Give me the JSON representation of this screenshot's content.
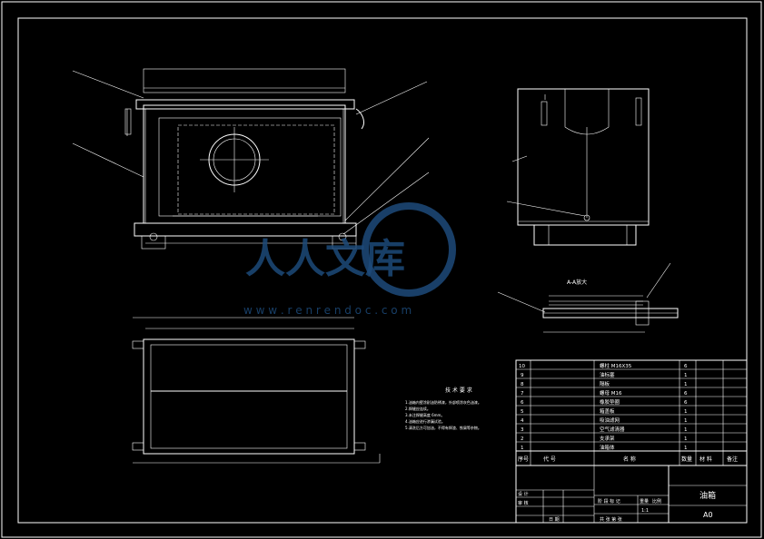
{
  "title_block": {
    "part_name": "油箱",
    "scale": "A0",
    "drawn_label": "设 计",
    "check_label": "审 核",
    "date_label": "日 期",
    "weight_label": "重量",
    "scale_label": "比例",
    "sheet_label": "共 张 第 张",
    "stage_label": "阶 段 标 记",
    "sheet_value": "1:1"
  },
  "bom": {
    "headers": [
      "序号",
      "代 号",
      "名 称",
      "数量",
      "材 料",
      "备注"
    ],
    "rows": [
      {
        "no": "10",
        "name": "螺柱 M16X35",
        "qty": "6"
      },
      {
        "no": "9",
        "name": "油标塞",
        "qty": "1"
      },
      {
        "no": "8",
        "name": "隔板",
        "qty": "1"
      },
      {
        "no": "7",
        "name": "螺母 M16",
        "qty": "6"
      },
      {
        "no": "6",
        "name": "橡胶垫圈",
        "qty": "6"
      },
      {
        "no": "5",
        "name": "箱盖板",
        "qty": "1"
      },
      {
        "no": "4",
        "name": "吸油滤网",
        "qty": "1"
      },
      {
        "no": "3",
        "name": "空气滤清器",
        "qty": "1"
      },
      {
        "no": "2",
        "name": "支承架",
        "qty": "1"
      },
      {
        "no": "1",
        "name": "油箱体",
        "qty": "1"
      }
    ]
  },
  "notes": {
    "heading": "技 术 要 求",
    "lines": [
      "1.油箱内壁涂耐油防锈漆，外部喷涂灰色油漆。",
      "2.焊缝应连续。",
      "3.未注焊缝高度 6mm。",
      "4.油箱应进行渗漏试验。",
      "5.清洗后方可加油，不得有焊渣、铁屑等杂物。"
    ]
  },
  "detail_label": "A-A放大",
  "watermark": {
    "text": "人人文库",
    "url": "w w w . r e n r e n d o c . c o m"
  },
  "colors": {
    "background": "#000000",
    "line": "#ffffff",
    "watermark": "#1d4a7a"
  }
}
